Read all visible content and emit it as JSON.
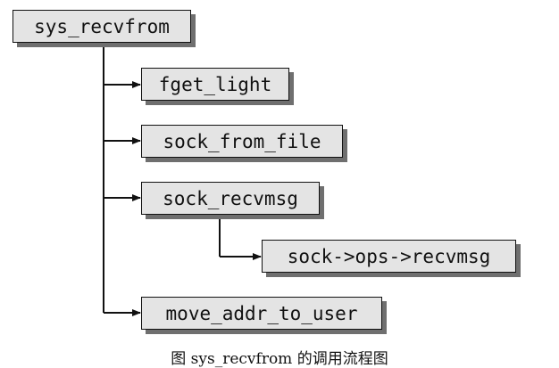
{
  "diagram": {
    "nodes": {
      "root": "sys_recvfrom",
      "fget_light": "fget_light",
      "sock_from_file": "sock_from_file",
      "sock_recvmsg": "sock_recvmsg",
      "ops_recvmsg": "sock->ops->recvmsg",
      "move_addr_to_user": "move_addr_to_user"
    },
    "edges": [
      {
        "from": "sys_recvfrom",
        "to": "fget_light"
      },
      {
        "from": "sys_recvfrom",
        "to": "sock_from_file"
      },
      {
        "from": "sys_recvfrom",
        "to": "sock_recvmsg"
      },
      {
        "from": "sock_recvmsg",
        "to": "sock->ops->recvmsg"
      },
      {
        "from": "sys_recvfrom",
        "to": "move_addr_to_user"
      }
    ]
  },
  "caption": "图 sys_recvfrom 的调用流程图"
}
